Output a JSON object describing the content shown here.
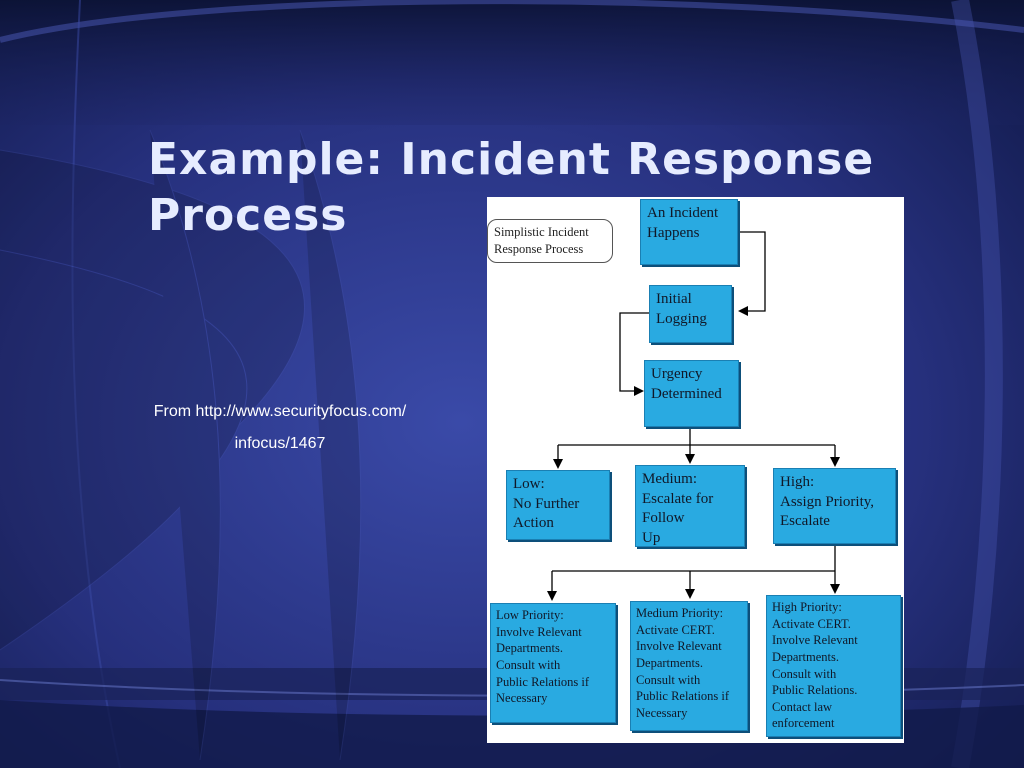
{
  "slide": {
    "title_line1": "Example:  Incident Response",
    "title_line2": "Process",
    "source_line1": "From http://www.securityfocus.com/",
    "source_line2": "infocus/1467"
  },
  "diagram": {
    "legend": [
      "Simplistic Incident",
      "Response Process"
    ],
    "nodes": {
      "incident": [
        "An Incident",
        "Happens"
      ],
      "logging": [
        "Initial",
        "Logging"
      ],
      "urgency": [
        "Urgency",
        "Determined"
      ],
      "low": [
        "Low:",
        "No Further",
        "Action"
      ],
      "medium": [
        "Medium:",
        "Escalate for",
        "Follow",
        "Up"
      ],
      "high": [
        "High:",
        "Assign Priority,",
        "Escalate"
      ],
      "low_priority": [
        "Low Priority:",
        "Involve Relevant",
        "Departments.",
        "Consult with",
        "Public Relations if",
        "Necessary"
      ],
      "medium_priority": [
        "Medium Priority:",
        "Activate CERT.",
        "Involve Relevant",
        "Departments.",
        "Consult with",
        "Public Relations if",
        "Necessary"
      ],
      "high_priority": [
        "High Priority:",
        "Activate CERT.",
        "Involve Relevant",
        "Departments.",
        "Consult with",
        "Public Relations.",
        "Contact law",
        "enforcement"
      ]
    },
    "colors": {
      "box_fill": "#29aae1",
      "box_border": "#1a7fb3",
      "connector": "#000000"
    }
  }
}
